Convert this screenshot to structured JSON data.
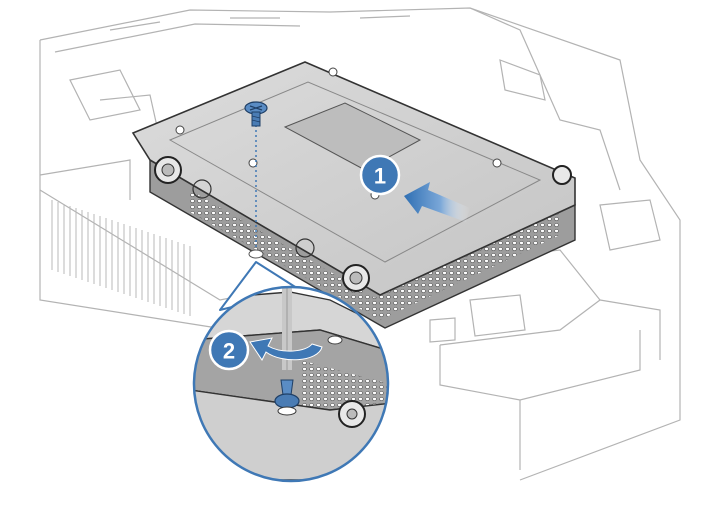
{
  "steps": [
    {
      "number": "1",
      "action": "slide-drive-bracket-toward-front"
    },
    {
      "number": "2",
      "action": "install-screw"
    }
  ],
  "colors": {
    "callout_blue": "#3f78b5",
    "arrow_blue": "#2f6fb3",
    "screw_blue": "#5a8cc4",
    "line_gray": "#8c8c8c",
    "part_gray": "#d4d4d4",
    "part_dark": "#a9a9a9"
  },
  "icons": [
    "screw-icon",
    "slide-arrow-icon",
    "rotate-arrow-icon"
  ]
}
